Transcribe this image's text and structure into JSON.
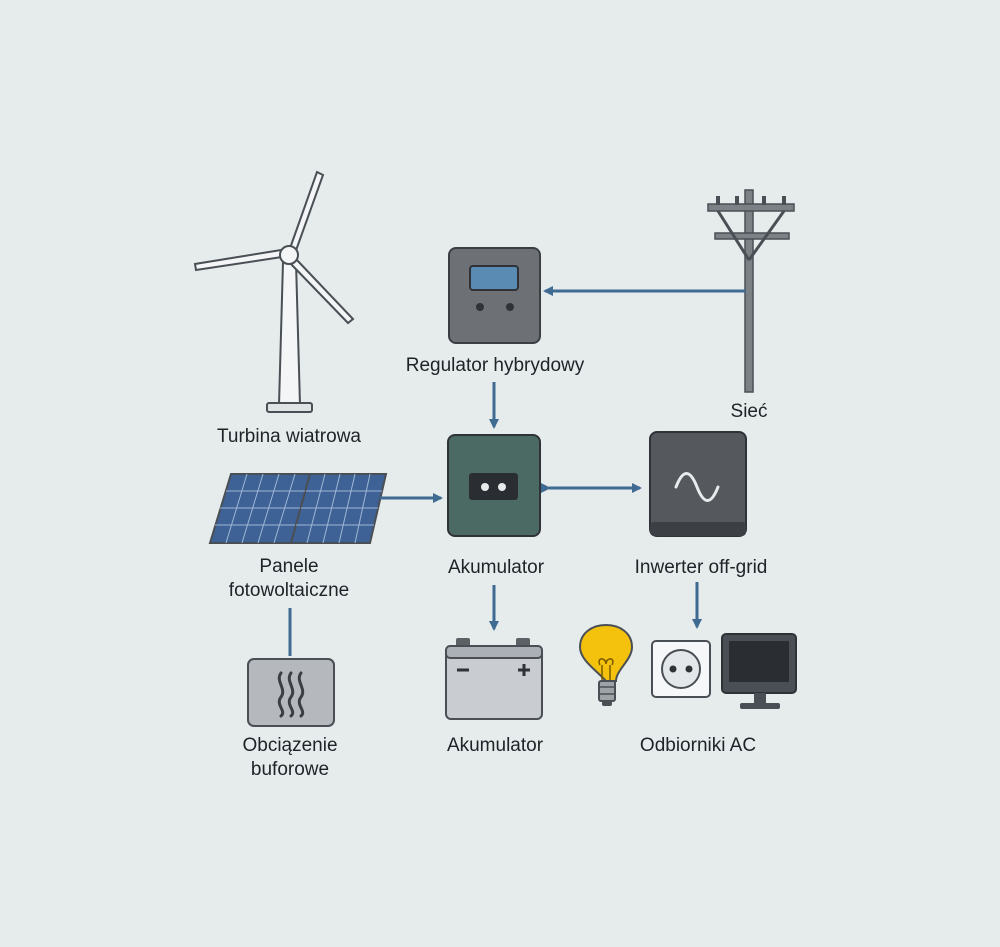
{
  "labels": {
    "wind_turbine": "Turbina wiatrowa",
    "hybrid_controller": "Regulator hybrydowy",
    "grid": "Sieć",
    "solar_panels_line1": "Panele",
    "solar_panels_line2": "fotowoltaiczne",
    "charger_unit": "Akumulator",
    "inverter": "Inwerter off-grid",
    "dump_load_line1": "Obciązenie",
    "dump_load_line2": "buforowe",
    "battery": "Akumulator",
    "ac_loads": "Odbiorniki AC"
  },
  "colors": {
    "background": "#e6ebec",
    "arrow": "#3f6a92",
    "device_grey": "#6d7176",
    "charger_green": "#4c6a64",
    "inverter_dark": "#55585c",
    "panel_blue": "#3e6296",
    "bulb_yellow": "#f4c20d"
  }
}
